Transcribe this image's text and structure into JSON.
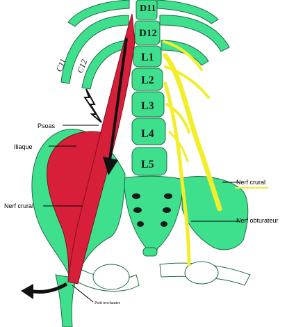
{
  "colors": {
    "bone": "#3fe08d",
    "bone_outline": "#1e6b45",
    "muscle": "#d81f3a",
    "muscle_dark": "#7d0f1e",
    "nerve": "#f2ee2a",
    "nerve_outline": "#8a8618",
    "arrow": "#111111"
  },
  "vertebrae": [
    "D11",
    "D12",
    "L1",
    "L2",
    "L3",
    "L4",
    "L5"
  ],
  "ribs": [
    "C11",
    "C12"
  ],
  "labels": {
    "psoas": "Psoas",
    "iliaque": "Iliaque",
    "nerf_crural_left": "Nerf crural",
    "nerf_crural_right": "Nerf crural",
    "nerf_obturateur": "Nerf obturateur",
    "petit_trochanter": "Petit trochanter"
  }
}
